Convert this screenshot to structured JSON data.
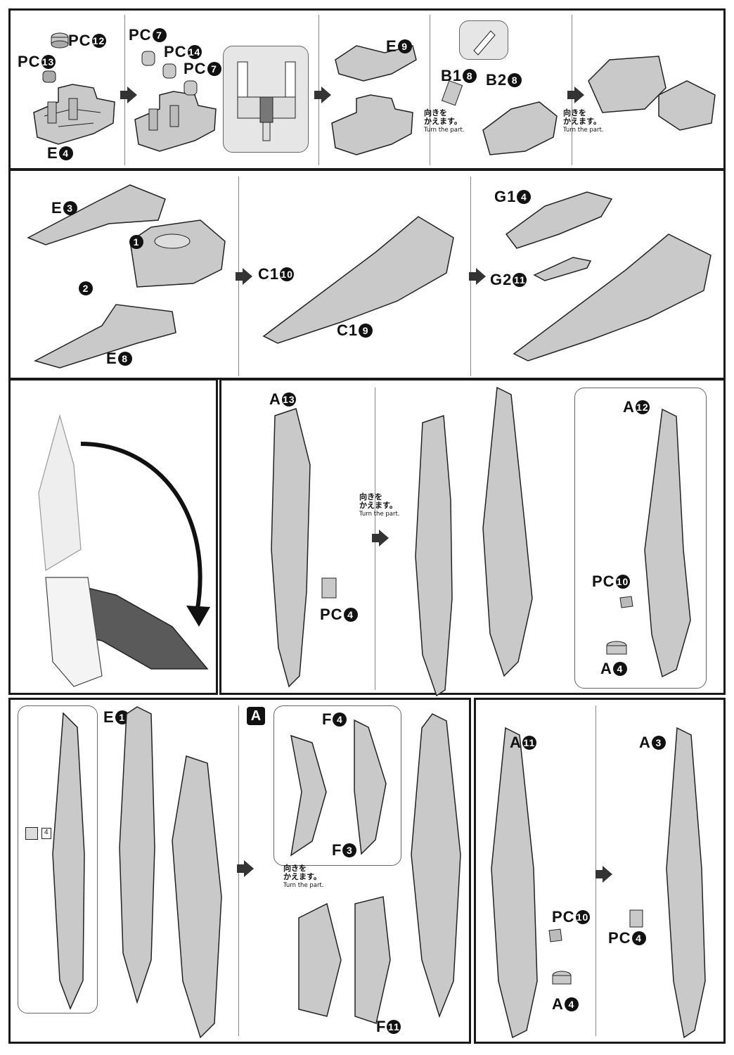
{
  "turn_note": {
    "jp": "向きを\nかえます。",
    "jp1": "向きを",
    "jp2": "かえます。",
    "en": "Turn the part."
  },
  "row1": {
    "labels": {
      "pc12": "PC",
      "pc12_n": "12",
      "pc13": "PC",
      "pc13_n": "13",
      "e4": "E",
      "e4_n": "4",
      "pc7a": "PC",
      "pc7a_n": "7",
      "pc14": "PC",
      "pc14_n": "14",
      "pc7b": "PC",
      "pc7b_n": "7",
      "e9": "E",
      "e9_n": "9",
      "b18": "B1",
      "b18_n": "8",
      "b28": "B2",
      "b28_n": "8"
    }
  },
  "row2": {
    "labels": {
      "e3": "E",
      "e3_n": "3",
      "e8": "E",
      "e8_n": "8",
      "step1": "1",
      "step2": "2",
      "c110": "C1",
      "c110_n": "10",
      "c19": "C1",
      "c19_n": "9",
      "g14": "G1",
      "g14_n": "4",
      "g211": "G2",
      "g211_n": "11"
    }
  },
  "row3": {
    "labels": {
      "a13": "A",
      "a13_n": "13",
      "pc4": "PC",
      "pc4_n": "4",
      "a12": "A",
      "a12_n": "12",
      "pc10": "PC",
      "pc10_n": "10",
      "a4": "A",
      "a4_n": "4"
    }
  },
  "row4": {
    "labels": {
      "e1": "E",
      "e1_n": "1",
      "decal_num": "4",
      "box_a": "A",
      "f4": "F",
      "f4_n": "4",
      "f3": "F",
      "f3_n": "3",
      "f11": "F",
      "f11_n": "11",
      "a11": "A",
      "a11_n": "11",
      "a3": "A",
      "a3_n": "3",
      "pc10": "PC",
      "pc10_n": "10",
      "a4": "A",
      "a4_n": "4",
      "pc4": "PC",
      "pc4_n": "4"
    }
  },
  "colors": {
    "part_fill": "#c9c9c9",
    "part_dark": "#5a5a5a",
    "line": "#222222",
    "accent_panel": "#e6e6e6"
  }
}
